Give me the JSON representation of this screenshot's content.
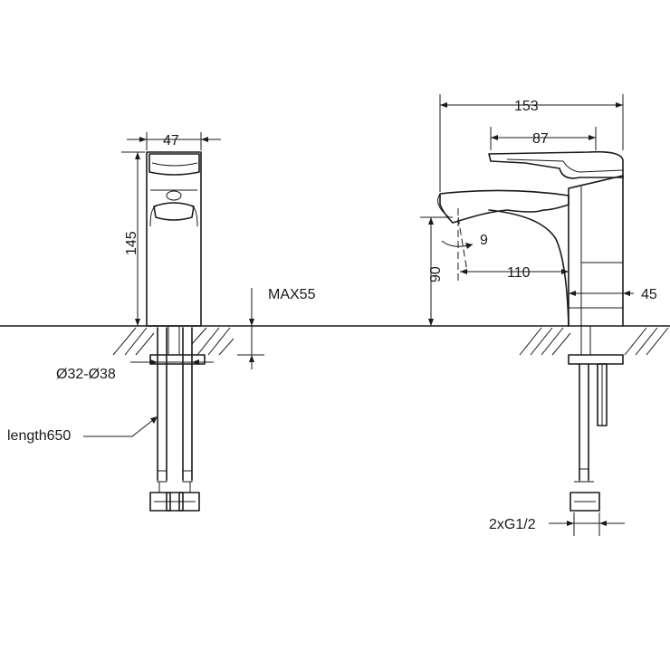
{
  "dimensions": {
    "front_width": "47",
    "front_height": "145",
    "max_thickness": "MAX55",
    "hole_diameter": "Ø32-Ø38",
    "hose_length": "length650",
    "total_length": "153",
    "lever_length": "87",
    "spout_angle": "9",
    "spout_height": "90",
    "spout_reach": "110",
    "body_width": "45",
    "connection": "2xG1/2"
  },
  "colors": {
    "line": "#1a1a1a",
    "background": "#ffffff"
  }
}
